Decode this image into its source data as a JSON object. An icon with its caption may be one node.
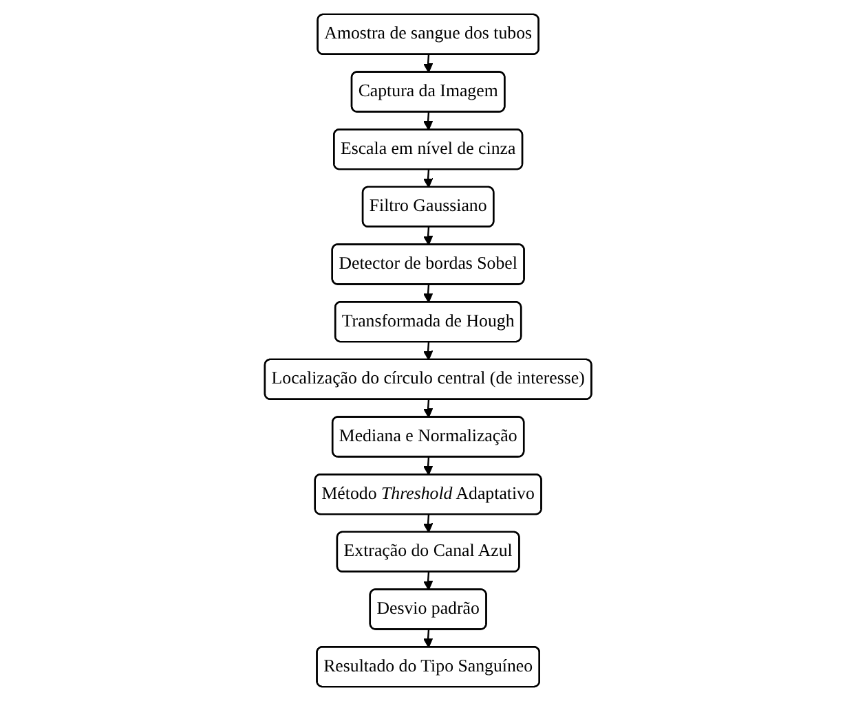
{
  "diagram": {
    "nodes": [
      {
        "text": [
          "Amostra de sangue dos tubos"
        ]
      },
      {
        "text": [
          "Captura da Imagem"
        ]
      },
      {
        "text": [
          "Escala em nível de cinza"
        ]
      },
      {
        "text": [
          "Filtro Gaussiano"
        ]
      },
      {
        "text": [
          "Detector de bordas Sobel"
        ]
      },
      {
        "text": [
          "Transformada de Hough"
        ]
      },
      {
        "text": [
          "Localização do círculo central (de interesse)"
        ]
      },
      {
        "text": [
          "Mediana e Normalização"
        ]
      },
      {
        "text": [
          "Método *Threshold* Adaptativo"
        ]
      },
      {
        "text": [
          "Extração do Canal Azul"
        ]
      },
      {
        "text": [
          "Desvio padrão"
        ]
      },
      {
        "text": [
          "Resultado do Tipo Sanguíneo"
        ]
      }
    ],
    "edges": [
      {
        "from": 0,
        "to": 1,
        "arrow": "to"
      },
      {
        "from": 1,
        "to": 2,
        "arrow": "to"
      },
      {
        "from": 2,
        "to": 3,
        "arrow": "to"
      },
      {
        "from": 3,
        "to": 4,
        "arrow": "to"
      },
      {
        "from": 4,
        "to": 5,
        "arrow": "to"
      },
      {
        "from": 5,
        "to": 6,
        "arrow": "to"
      },
      {
        "from": 6,
        "to": 7,
        "arrow": "to"
      },
      {
        "from": 7,
        "to": 8,
        "arrow": "to"
      },
      {
        "from": 8,
        "to": 9,
        "arrow": "to"
      },
      {
        "from": 9,
        "to": 10,
        "arrow": "to"
      },
      {
        "from": 10,
        "to": 11,
        "arrow": "to"
      }
    ]
  }
}
